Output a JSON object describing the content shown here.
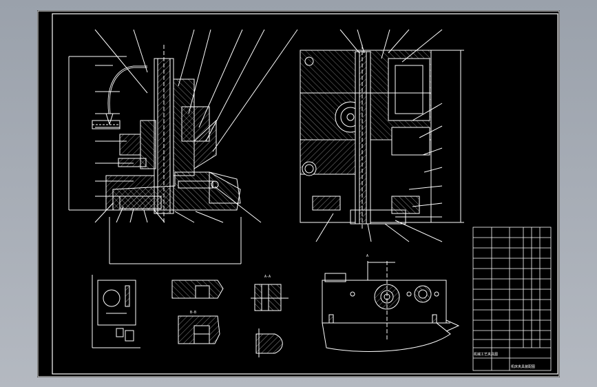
{
  "theme": {
    "viewport_bg": "#000000",
    "line_color": "#ffffff",
    "hatch_color": "#c8c8c8"
  },
  "drawing": {
    "title_block": {
      "company_label": "机械工艺夹具图",
      "drawing_name": "机床夹具装配图"
    },
    "section_labels": [
      "A",
      "A-A",
      "B-B"
    ]
  }
}
